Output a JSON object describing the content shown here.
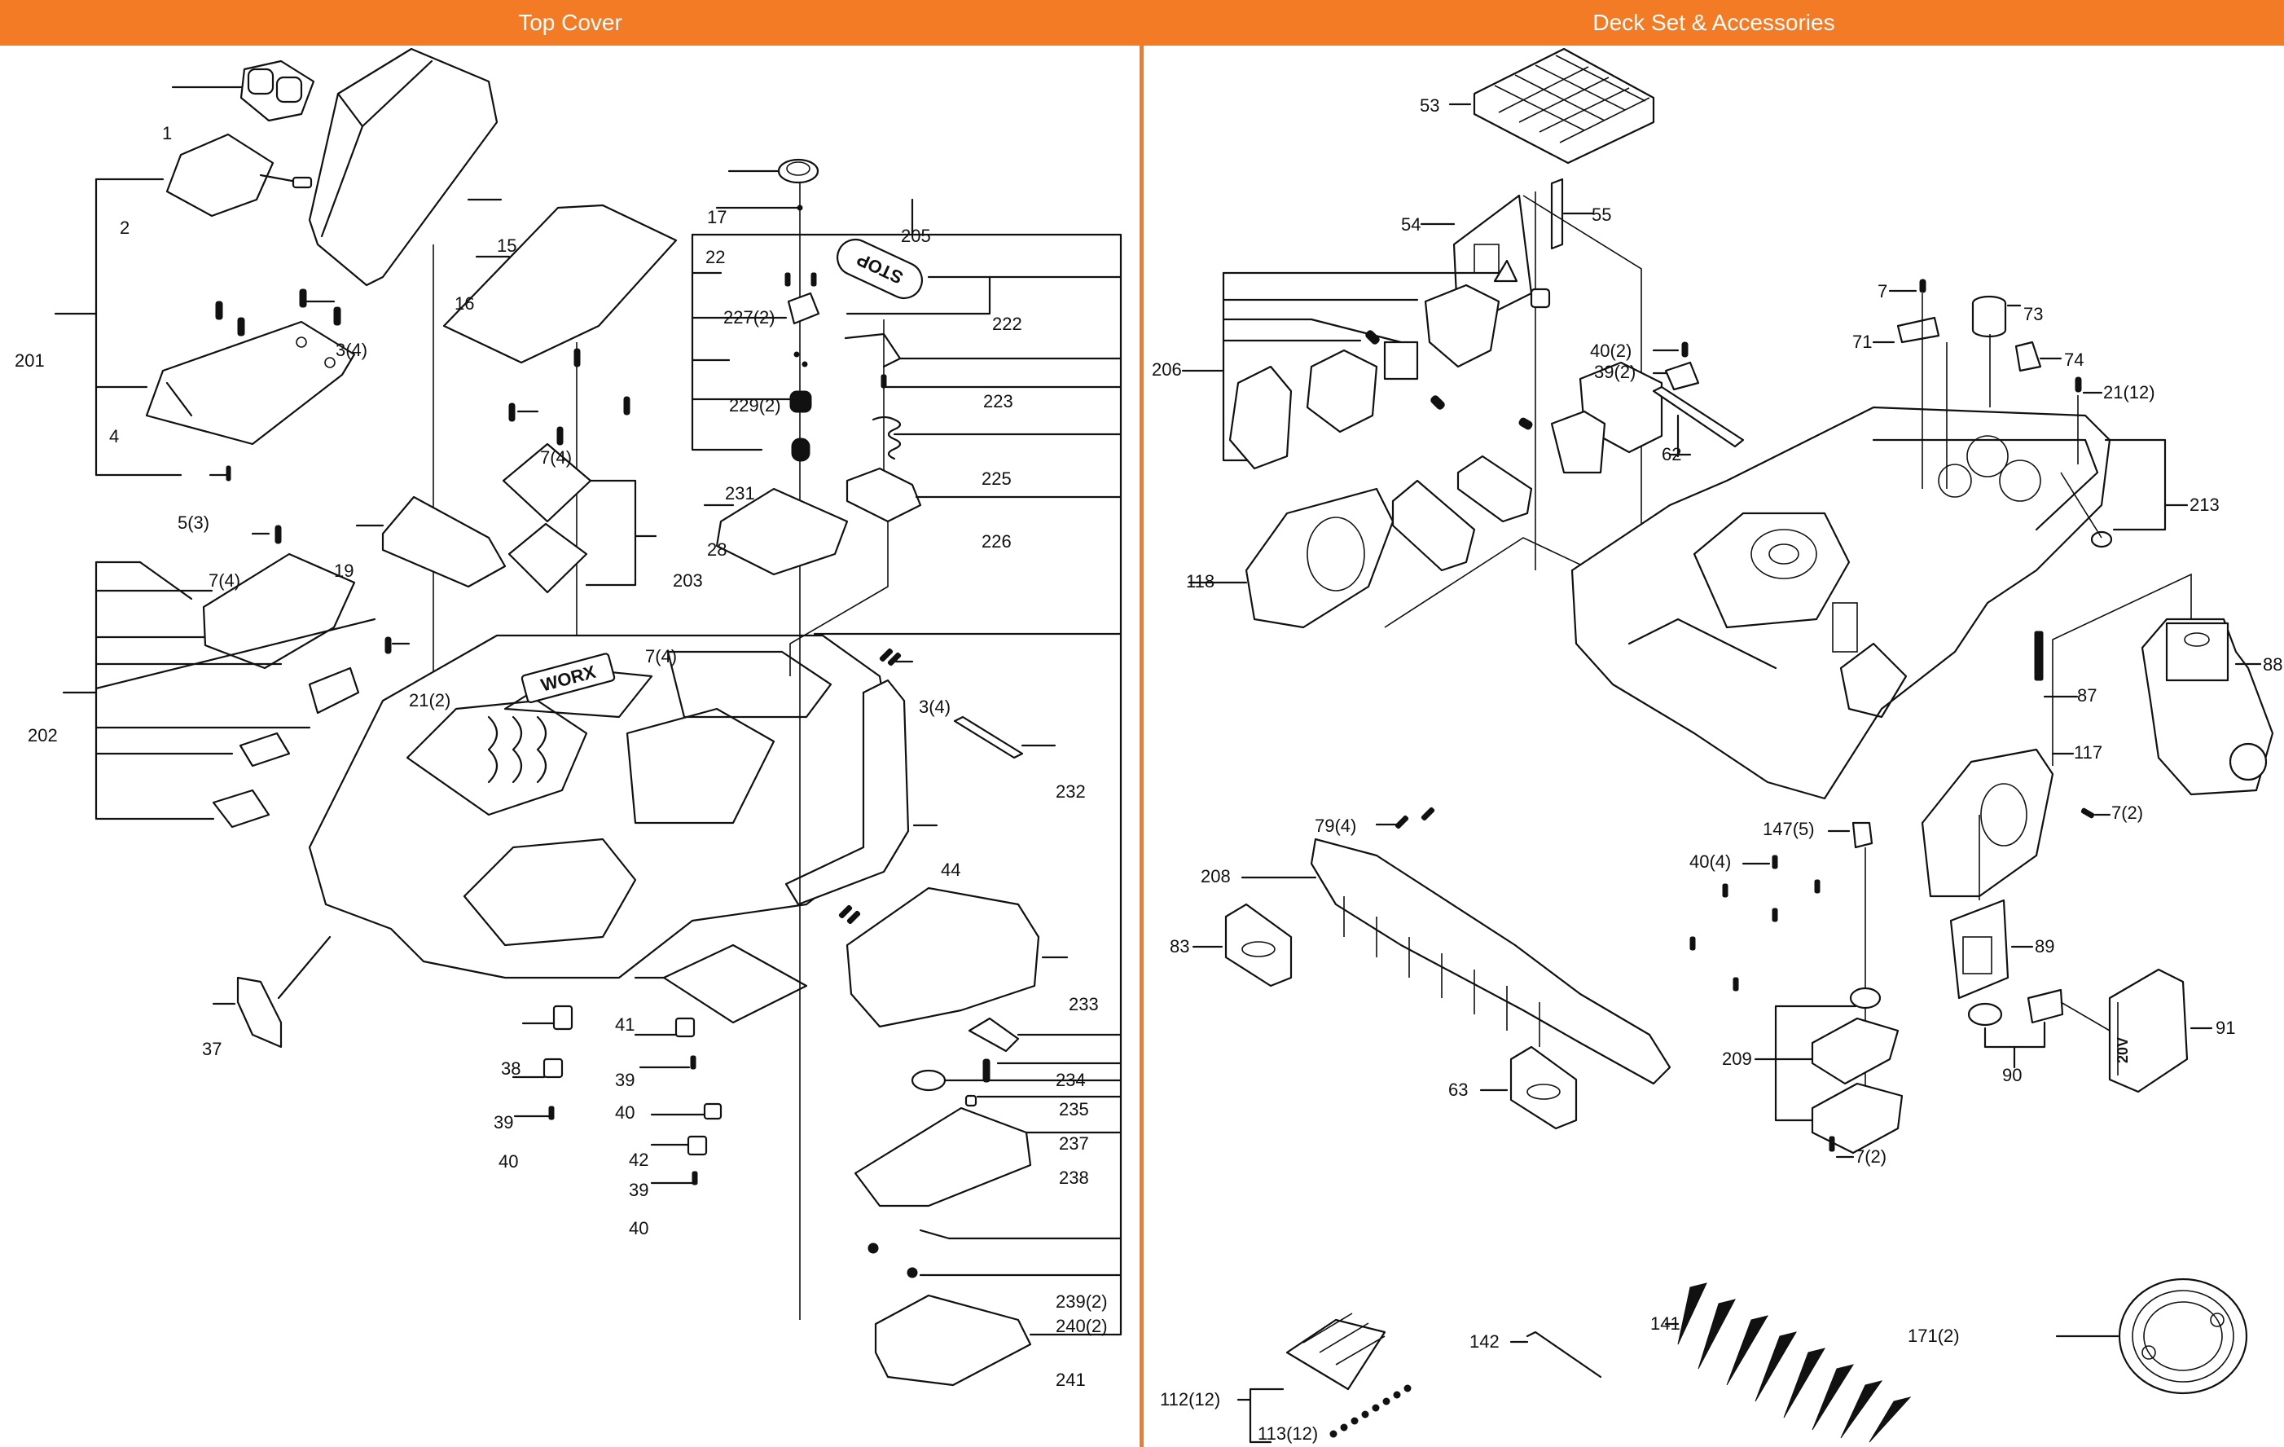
{
  "headers": {
    "left": "Top Cover",
    "right": "Deck Set & Accessories"
  },
  "colors": {
    "accent": "#f47b25",
    "line": "#111111",
    "background": "#ffffff"
  },
  "top_cover": {
    "callouts": [
      {
        "id": "1",
        "text": "1"
      },
      {
        "id": "2",
        "text": "2"
      },
      {
        "id": "201",
        "text": "201"
      },
      {
        "id": "3a",
        "text": "3(4)"
      },
      {
        "id": "4",
        "text": "4"
      },
      {
        "id": "5",
        "text": "5(3)"
      },
      {
        "id": "15",
        "text": "15"
      },
      {
        "id": "16",
        "text": "16"
      },
      {
        "id": "7a",
        "text": "7(4)"
      },
      {
        "id": "7b",
        "text": "7(4)"
      },
      {
        "id": "7c",
        "text": "7(4)"
      },
      {
        "id": "19",
        "text": "19"
      },
      {
        "id": "203",
        "text": "203"
      },
      {
        "id": "202",
        "text": "202"
      },
      {
        "id": "21",
        "text": "21(2)"
      },
      {
        "id": "17",
        "text": "17"
      },
      {
        "id": "22",
        "text": "22"
      },
      {
        "id": "205",
        "text": "205"
      },
      {
        "id": "227",
        "text": "227(2)"
      },
      {
        "id": "222",
        "text": "222"
      },
      {
        "id": "229",
        "text": "229(2)"
      },
      {
        "id": "223",
        "text": "223"
      },
      {
        "id": "231",
        "text": "231"
      },
      {
        "id": "225",
        "text": "225"
      },
      {
        "id": "28",
        "text": "28"
      },
      {
        "id": "226",
        "text": "226"
      },
      {
        "id": "3b",
        "text": "3(4)"
      },
      {
        "id": "232",
        "text": "232"
      },
      {
        "id": "44",
        "text": "44"
      },
      {
        "id": "233",
        "text": "233"
      },
      {
        "id": "37",
        "text": "37"
      },
      {
        "id": "41",
        "text": "41"
      },
      {
        "id": "38",
        "text": "38"
      },
      {
        "id": "39a",
        "text": "39"
      },
      {
        "id": "39b",
        "text": "39"
      },
      {
        "id": "39c",
        "text": "39"
      },
      {
        "id": "40a",
        "text": "40"
      },
      {
        "id": "40b",
        "text": "40"
      },
      {
        "id": "40c",
        "text": "40"
      },
      {
        "id": "42",
        "text": "42"
      },
      {
        "id": "234",
        "text": "234"
      },
      {
        "id": "235",
        "text": "235"
      },
      {
        "id": "237",
        "text": "237"
      },
      {
        "id": "238",
        "text": "238"
      },
      {
        "id": "239",
        "text": "239(2)"
      },
      {
        "id": "240",
        "text": "240(2)"
      },
      {
        "id": "241",
        "text": "241"
      }
    ],
    "branding_text": "WORX",
    "stop_button_text": "STOP"
  },
  "deck_set": {
    "callouts": [
      {
        "id": "53",
        "text": "53"
      },
      {
        "id": "54",
        "text": "54"
      },
      {
        "id": "55",
        "text": "55"
      },
      {
        "id": "206",
        "text": "206"
      },
      {
        "id": "7d",
        "text": "7"
      },
      {
        "id": "71",
        "text": "71"
      },
      {
        "id": "73",
        "text": "73"
      },
      {
        "id": "74",
        "text": "74"
      },
      {
        "id": "21b",
        "text": "21(12)"
      },
      {
        "id": "40d",
        "text": "40(2)"
      },
      {
        "id": "39d",
        "text": "39(2)"
      },
      {
        "id": "62",
        "text": "62"
      },
      {
        "id": "213",
        "text": "213"
      },
      {
        "id": "118",
        "text": "118"
      },
      {
        "id": "88",
        "text": "88"
      },
      {
        "id": "87",
        "text": "87"
      },
      {
        "id": "117",
        "text": "117"
      },
      {
        "id": "7e",
        "text": "7(2)"
      },
      {
        "id": "79",
        "text": "79(4)"
      },
      {
        "id": "147",
        "text": "147(5)"
      },
      {
        "id": "208",
        "text": "208"
      },
      {
        "id": "40e",
        "text": "40(4)"
      },
      {
        "id": "83",
        "text": "83"
      },
      {
        "id": "89",
        "text": "89"
      },
      {
        "id": "91",
        "text": "91"
      },
      {
        "id": "209",
        "text": "209"
      },
      {
        "id": "90",
        "text": "90"
      },
      {
        "id": "63",
        "text": "63"
      },
      {
        "id": "7f",
        "text": "7(2)"
      },
      {
        "id": "141",
        "text": "141"
      },
      {
        "id": "142",
        "text": "142"
      },
      {
        "id": "171",
        "text": "171(2)"
      },
      {
        "id": "112",
        "text": "112(12)"
      },
      {
        "id": "113",
        "text": "113(12)"
      }
    ],
    "battery_text": "20V"
  }
}
